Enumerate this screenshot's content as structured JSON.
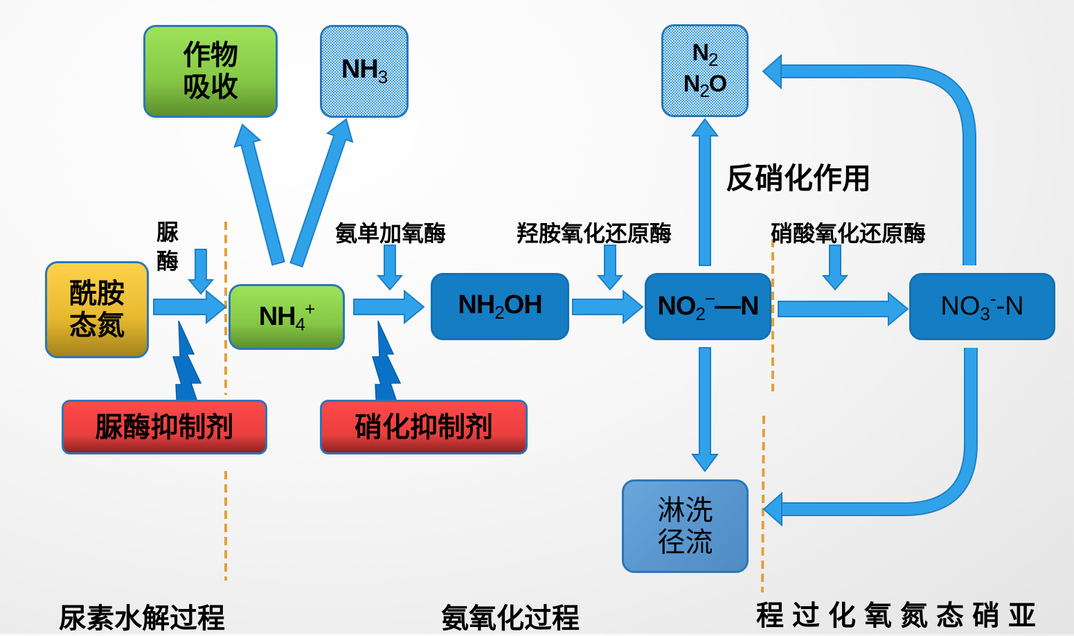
{
  "colors": {
    "arrow_fill": "#2fa2ea",
    "arrow_stroke": "#1f7fc4",
    "bolt_fill": "#0a72c6",
    "divider": "#e3a03a",
    "node_border": "#2a77b8",
    "node_blue": "#147dc4",
    "node_green": "#8fd14f",
    "node_yellow": "#f0c53a",
    "node_red": "#ef4444"
  },
  "nodes": {
    "amide_n": {
      "line1": "酰胺",
      "line2": "态氮"
    },
    "nh4": {
      "base": "NH",
      "sub": "4",
      "sup": "+"
    },
    "crop_uptake": {
      "line1": "作物",
      "line2": "吸收"
    },
    "nh3": {
      "base": "NH",
      "sub": "3"
    },
    "nh2oh": {
      "base": "NH",
      "sub": "2",
      "tail": "OH"
    },
    "no2": {
      "base": "NO",
      "sub": "2",
      "sup": "−",
      "tail": "—N"
    },
    "no3": {
      "base": "NO",
      "sub": "3",
      "sup": "-",
      "tail": "-N"
    },
    "gases": {
      "l1_base": "N",
      "l1_sub": "2",
      "l2_base": "N",
      "l2_sub": "2",
      "l2_tail": "O"
    },
    "leaching": {
      "line1": "淋洗",
      "line2": "径流"
    },
    "urease_inhibitor": {
      "label": "脲酶抑制剂"
    },
    "nitrification_inhibitor": {
      "label": "硝化抑制剂"
    }
  },
  "enzymes": {
    "urease_line1": "脲",
    "urease_line2": "酶",
    "ammonia_monooxygenase": "氨单加氧酶",
    "hydroxylamine_oxidoreductase": "羟胺氧化还原酶",
    "nitrite_oxidoreductase": "硝酸氧化还原酶"
  },
  "annotations": {
    "denitrification": "反硝化作用"
  },
  "processes": {
    "urea_hydrolysis": "尿素水解过程",
    "ammonia_oxidation": "氨氧化过程",
    "nitrite_oxidation": "程过化氧氮态硝亚"
  }
}
